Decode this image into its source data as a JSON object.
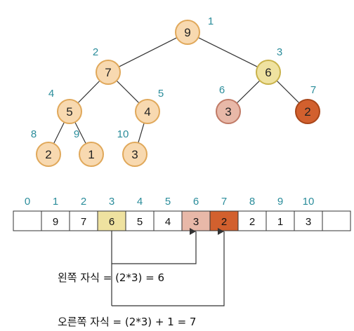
{
  "colors": {
    "node_fill": "#f8d9b0",
    "node_stroke": "#e0a85a",
    "highlight_fill": "#efe2a0",
    "highlight_stroke": "#c9b24a",
    "left_child_fill": "#e8b8a8",
    "left_child_stroke": "#c07a66",
    "right_child_fill": "#d2602e",
    "right_child_stroke": "#a84518",
    "index_color": "#2b8d9b",
    "edge_color": "#333333"
  },
  "tree": {
    "nodes": [
      {
        "index": "1",
        "value": "9",
        "role": "normal"
      },
      {
        "index": "2",
        "value": "7",
        "role": "normal"
      },
      {
        "index": "3",
        "value": "6",
        "role": "highlight"
      },
      {
        "index": "4",
        "value": "5",
        "role": "normal"
      },
      {
        "index": "5",
        "value": "4",
        "role": "normal"
      },
      {
        "index": "6",
        "value": "3",
        "role": "left_child"
      },
      {
        "index": "7",
        "value": "2",
        "role": "right_child"
      },
      {
        "index": "8",
        "value": "2",
        "role": "normal"
      },
      {
        "index": "9",
        "value": "1",
        "role": "normal"
      },
      {
        "index": "10",
        "value": "3",
        "role": "normal"
      }
    ]
  },
  "array": {
    "indices": [
      "0",
      "1",
      "2",
      "3",
      "4",
      "5",
      "6",
      "7",
      "8",
      "9",
      "10",
      ""
    ],
    "cells": [
      {
        "value": "",
        "role": "empty"
      },
      {
        "value": "9",
        "role": "normal"
      },
      {
        "value": "7",
        "role": "normal"
      },
      {
        "value": "6",
        "role": "highlight"
      },
      {
        "value": "5",
        "role": "normal"
      },
      {
        "value": "4",
        "role": "normal"
      },
      {
        "value": "3",
        "role": "left_child"
      },
      {
        "value": "2",
        "role": "right_child"
      },
      {
        "value": "2",
        "role": "normal"
      },
      {
        "value": "1",
        "role": "normal"
      },
      {
        "value": "3",
        "role": "normal"
      },
      {
        "value": "",
        "role": "empty"
      }
    ]
  },
  "formulas": {
    "left": "왼쪽 자식 = (2*3) = 6",
    "right": "오른쪽 자식 = (2*3) + 1 = 7"
  }
}
